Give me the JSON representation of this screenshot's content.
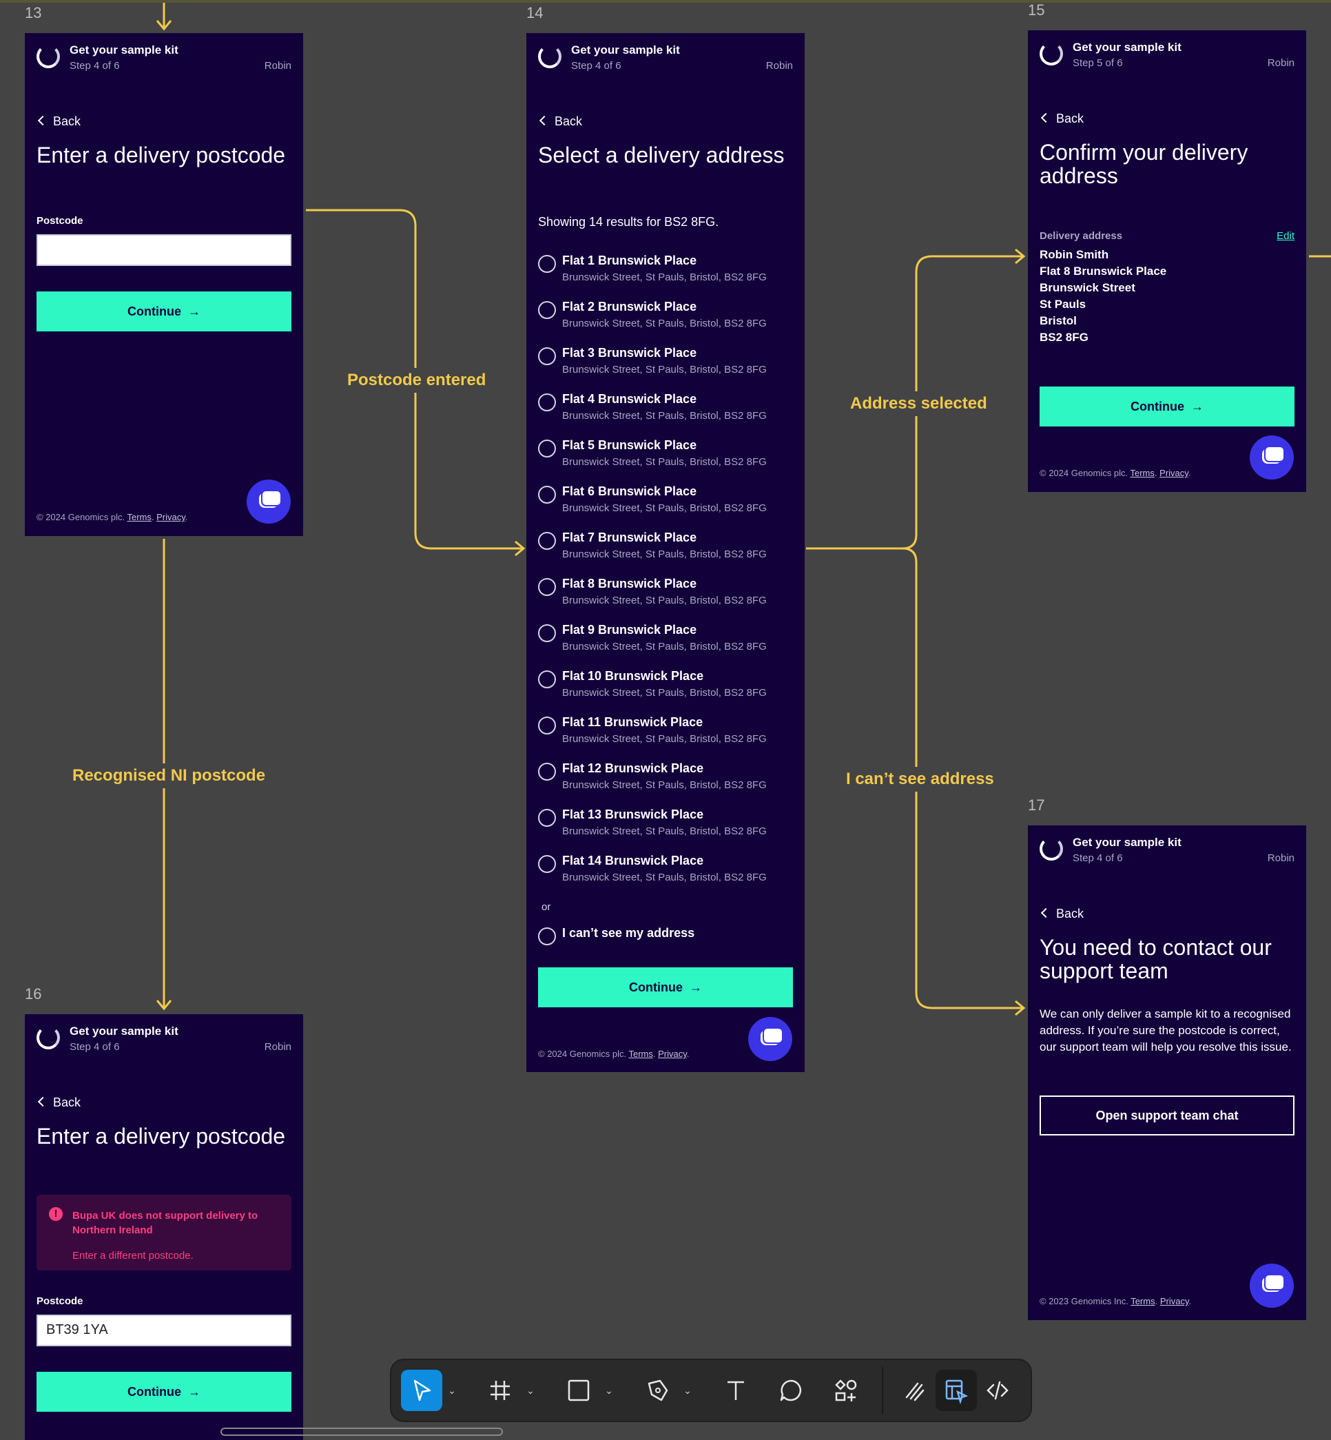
{
  "frames": {
    "f13": {
      "number": "13",
      "title": "Get your sample kit",
      "step": "Step 4 of 6",
      "user": "Robin",
      "back": "Back",
      "heading": "Enter a delivery postcode",
      "postcode_label": "Postcode",
      "postcode_value": "",
      "continue": "Continue",
      "footer_prefix": "© 2024 Genomics plc.",
      "terms": "Terms",
      "privacy": "Privacy"
    },
    "f14": {
      "number": "14",
      "title": "Get your sample kit",
      "step": "Step 4 of 6",
      "user": "Robin",
      "back": "Back",
      "heading": "Select a delivery address",
      "results": "Showing 14 results for BS2 8FG.",
      "addresses": [
        {
          "title": "Flat 1 Brunswick Place",
          "sub": "Brunswick Street, St Pauls, Bristol, BS2 8FG"
        },
        {
          "title": "Flat 2 Brunswick Place",
          "sub": "Brunswick Street, St Pauls, Bristol, BS2 8FG"
        },
        {
          "title": "Flat 3 Brunswick Place",
          "sub": "Brunswick Street, St Pauls, Bristol, BS2 8FG"
        },
        {
          "title": "Flat 4 Brunswick Place",
          "sub": "Brunswick Street, St Pauls, Bristol, BS2 8FG"
        },
        {
          "title": "Flat 5 Brunswick Place",
          "sub": "Brunswick Street, St Pauls, Bristol, BS2 8FG"
        },
        {
          "title": "Flat 6 Brunswick Place",
          "sub": "Brunswick Street, St Pauls, Bristol, BS2 8FG"
        },
        {
          "title": "Flat 7 Brunswick Place",
          "sub": "Brunswick Street, St Pauls, Bristol, BS2 8FG"
        },
        {
          "title": "Flat 8 Brunswick Place",
          "sub": "Brunswick Street, St Pauls, Bristol, BS2 8FG"
        },
        {
          "title": "Flat 9 Brunswick Place",
          "sub": "Brunswick Street, St Pauls, Bristol, BS2 8FG"
        },
        {
          "title": "Flat 10 Brunswick Place",
          "sub": "Brunswick Street, St Pauls, Bristol, BS2 8FG"
        },
        {
          "title": "Flat 11 Brunswick Place",
          "sub": "Brunswick Street, St Pauls, Bristol, BS2 8FG"
        },
        {
          "title": "Flat 12 Brunswick Place",
          "sub": "Brunswick Street, St Pauls, Bristol, BS2 8FG"
        },
        {
          "title": "Flat 13 Brunswick Place",
          "sub": "Brunswick Street, St Pauls, Bristol, BS2 8FG"
        },
        {
          "title": "Flat 14 Brunswick Place",
          "sub": "Brunswick Street, St Pauls, Bristol, BS2 8FG"
        }
      ],
      "or": "or",
      "cant_see": "I can’t see my address",
      "continue": "Continue",
      "footer_prefix": "© 2024 Genomics plc.",
      "terms": "Terms",
      "privacy": "Privacy"
    },
    "f15": {
      "number": "15",
      "title": "Get your sample kit",
      "step": "Step 5 of 6",
      "user": "Robin",
      "back": "Back",
      "heading": "Confirm your delivery address",
      "address_label": "Delivery address",
      "edit": "Edit",
      "address_lines": [
        "Robin Smith",
        "Flat 8 Brunswick Place",
        "Brunswick Street",
        "St Pauls",
        "Bristol",
        "BS2 8FG"
      ],
      "continue": "Continue",
      "footer_prefix": "© 2024 Genomics plc.",
      "terms": "Terms",
      "privacy": "Privacy"
    },
    "f16": {
      "number": "16",
      "title": "Get your sample kit",
      "step": "Step 4 of 6",
      "user": "Robin",
      "back": "Back",
      "heading": "Enter a delivery postcode",
      "error_title": "Bupa UK does not support delivery to Northern Ireland",
      "error_hint": "Enter a different postcode.",
      "postcode_label": "Postcode",
      "postcode_value": "BT39 1YA",
      "continue": "Continue"
    },
    "f17": {
      "number": "17",
      "title": "Get your sample kit",
      "step": "Step 4 of 6",
      "user": "Robin",
      "back": "Back",
      "heading": "You need to contact our support team",
      "body": "We can only deliver a sample kit to a recognised address. If you’re sure the postcode is correct, our support team will help you resolve this issue.",
      "support_button": "Open support team chat",
      "footer_prefix": "© 2023 Genomics Inc.",
      "terms": "Terms",
      "privacy": "Privacy"
    }
  },
  "flow_labels": {
    "postcode_entered": "Postcode entered",
    "address_selected": "Address selected",
    "recognised_ni": "Recognised NI postcode",
    "cant_see": "I can’t see address"
  },
  "colors": {
    "canvas": "#444444",
    "frame_bg": "#12003a",
    "accent": "#2ef7c3",
    "flow": "#f2c94c",
    "chat": "#3b34e6",
    "error": "#ff3d7f"
  },
  "toolbar": {
    "tools": [
      "move-tool-icon",
      "frame-tool-icon",
      "rectangle-tool-icon",
      "pen-tool-icon",
      "text-tool-icon",
      "comment-tool-icon",
      "components-tool-icon",
      "draw-mode-icon",
      "design-mode-icon",
      "dev-mode-icon"
    ]
  }
}
